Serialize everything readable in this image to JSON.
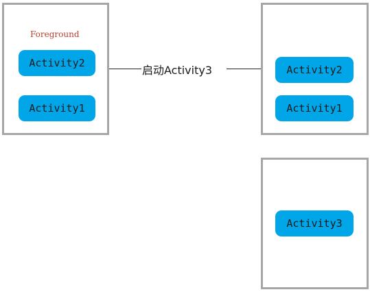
{
  "left_stack": {
    "label": "Foreground",
    "activities": [
      "Activity2",
      "Activity1"
    ]
  },
  "connector": {
    "text": "启动Activity3"
  },
  "right_stack": {
    "activities": [
      "Activity2",
      "Activity1"
    ]
  },
  "bottom_stack": {
    "activities": [
      "Activity3"
    ]
  },
  "colors": {
    "activity_fill": "#00a6e8",
    "box_border": "#a6a6a6",
    "label_color": "#b5432d"
  }
}
